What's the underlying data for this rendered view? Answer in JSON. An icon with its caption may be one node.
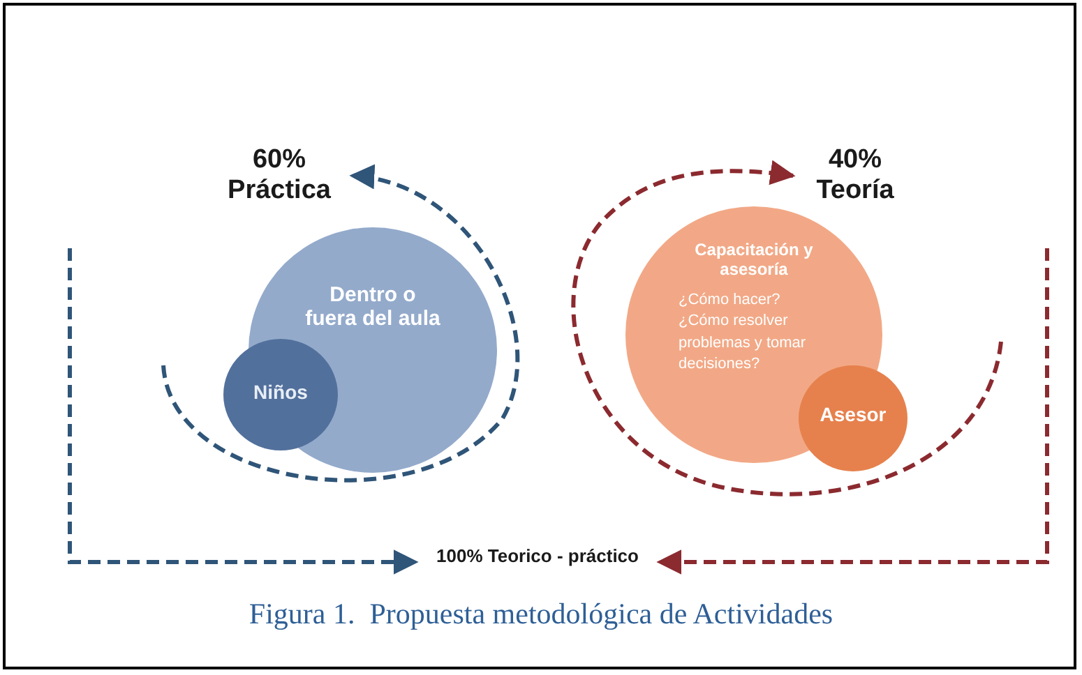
{
  "diagram": {
    "caption": "Figura 1.  Propuesta metodológica de Actividades",
    "nodes": [
      {
        "text": [
          "60% Práctica"
        ]
      },
      {
        "text": [
          "Dentro o fuera del aula"
        ]
      },
      {
        "text": [
          "Niños"
        ]
      },
      {
        "text": [
          "40% Teoría"
        ]
      },
      {
        "text": [
          "Capacitación y asesoría",
          "¿Cómo hacer? ¿Cómo resolver problemas y tomar decisiones?"
        ]
      },
      {
        "text": [
          "Asesor"
        ]
      },
      {
        "text": [
          "100% Teorico - práctico"
        ]
      }
    ],
    "edges": [
      {
        "from": null,
        "to": 0,
        "arrow": "to",
        "style": "dashed",
        "color": "#2f5578"
      },
      {
        "from": null,
        "to": 3,
        "arrow": "to",
        "style": "dashed",
        "color": "#8b2a2f"
      },
      {
        "from": null,
        "to": 6,
        "arrow": "to",
        "style": "dashed",
        "color": "#2f5578"
      },
      {
        "from": null,
        "to": 6,
        "arrow": "to",
        "style": "dashed",
        "color": "#8b2a2f"
      }
    ]
  }
}
